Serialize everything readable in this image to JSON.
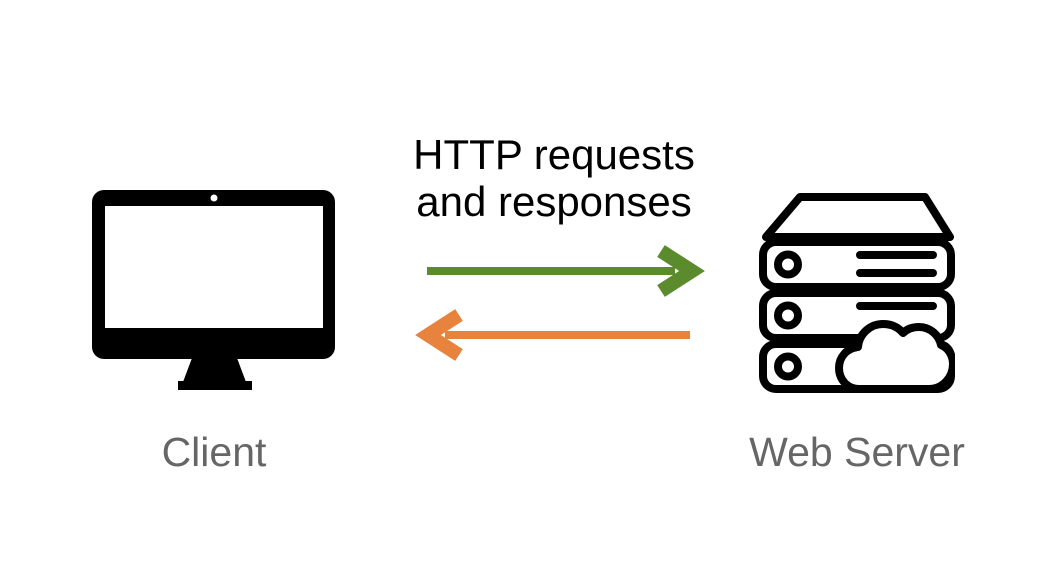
{
  "diagram": {
    "title": {
      "line1": "HTTP requests",
      "line2": "and responses"
    },
    "nodes": [
      {
        "id": "client",
        "label": "Client",
        "icon": "computer-monitor-icon"
      },
      {
        "id": "web-server",
        "label": "Web Server",
        "icon": "server-rack-cloud-icon"
      }
    ],
    "arrows": [
      {
        "name": "http-request-arrow",
        "direction": "left-to-right",
        "color": "#5b8b2d"
      },
      {
        "name": "http-response-arrow",
        "direction": "right-to-left",
        "color": "#e8833d"
      }
    ],
    "colors": {
      "icon": "#000000",
      "label_text": "#666666",
      "title_text": "#000000",
      "background": "#ffffff"
    }
  }
}
